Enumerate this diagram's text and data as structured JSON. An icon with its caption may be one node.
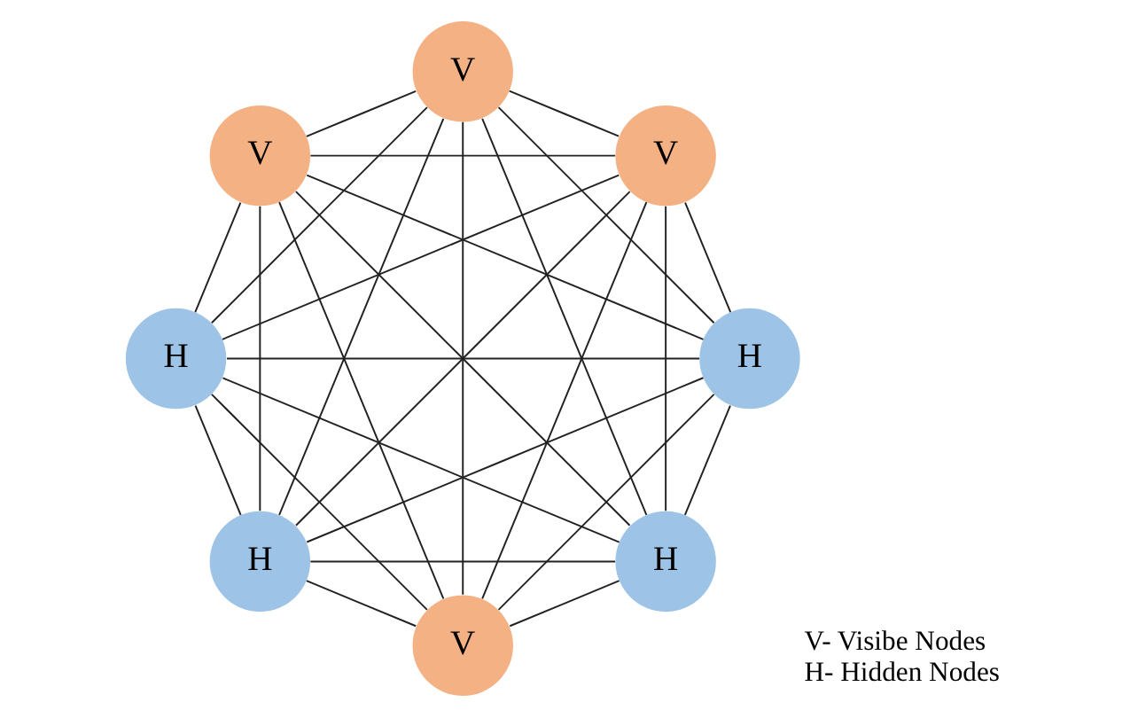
{
  "diagram": {
    "nodes": [
      {
        "text": [
          "H"
        ]
      },
      {
        "text": [
          "H"
        ]
      },
      {
        "text": [
          "H"
        ]
      },
      {
        "text": [
          "H"
        ]
      },
      {
        "text": [
          "V"
        ]
      },
      {
        "text": [
          "V"
        ]
      },
      {
        "text": [
          "V"
        ]
      },
      {
        "text": [
          "V"
        ]
      }
    ],
    "edges": [
      {
        "from": 0,
        "to": 1,
        "arrow": "none"
      },
      {
        "from": 0,
        "to": 2,
        "arrow": "none"
      },
      {
        "from": 0,
        "to": 3,
        "arrow": "none"
      },
      {
        "from": 0,
        "to": 4,
        "arrow": "none"
      },
      {
        "from": 0,
        "to": 5,
        "arrow": "none"
      },
      {
        "from": 0,
        "to": 6,
        "arrow": "none"
      },
      {
        "from": 0,
        "to": 7,
        "arrow": "none"
      },
      {
        "from": 1,
        "to": 2,
        "arrow": "none"
      },
      {
        "from": 1,
        "to": 3,
        "arrow": "none"
      },
      {
        "from": 1,
        "to": 4,
        "arrow": "none"
      },
      {
        "from": 1,
        "to": 5,
        "arrow": "none"
      },
      {
        "from": 1,
        "to": 6,
        "arrow": "none"
      },
      {
        "from": 1,
        "to": 7,
        "arrow": "none"
      },
      {
        "from": 2,
        "to": 3,
        "arrow": "none"
      },
      {
        "from": 2,
        "to": 4,
        "arrow": "none"
      },
      {
        "from": 2,
        "to": 5,
        "arrow": "none"
      },
      {
        "from": 2,
        "to": 6,
        "arrow": "none"
      },
      {
        "from": 2,
        "to": 7,
        "arrow": "none"
      },
      {
        "from": 3,
        "to": 4,
        "arrow": "none"
      },
      {
        "from": 3,
        "to": 5,
        "arrow": "none"
      },
      {
        "from": 3,
        "to": 6,
        "arrow": "none"
      },
      {
        "from": 3,
        "to": 7,
        "arrow": "none"
      },
      {
        "from": 4,
        "to": 5,
        "arrow": "none"
      },
      {
        "from": 4,
        "to": 6,
        "arrow": "none"
      },
      {
        "from": 4,
        "to": 7,
        "arrow": "none"
      },
      {
        "from": 5,
        "to": 6,
        "arrow": "none"
      },
      {
        "from": 5,
        "to": 7,
        "arrow": "none"
      },
      {
        "from": 6,
        "to": 7,
        "arrow": "none"
      }
    ],
    "labels": [
      "V- Visibe Nodes",
      "H- Hidden Nodes"
    ]
  }
}
